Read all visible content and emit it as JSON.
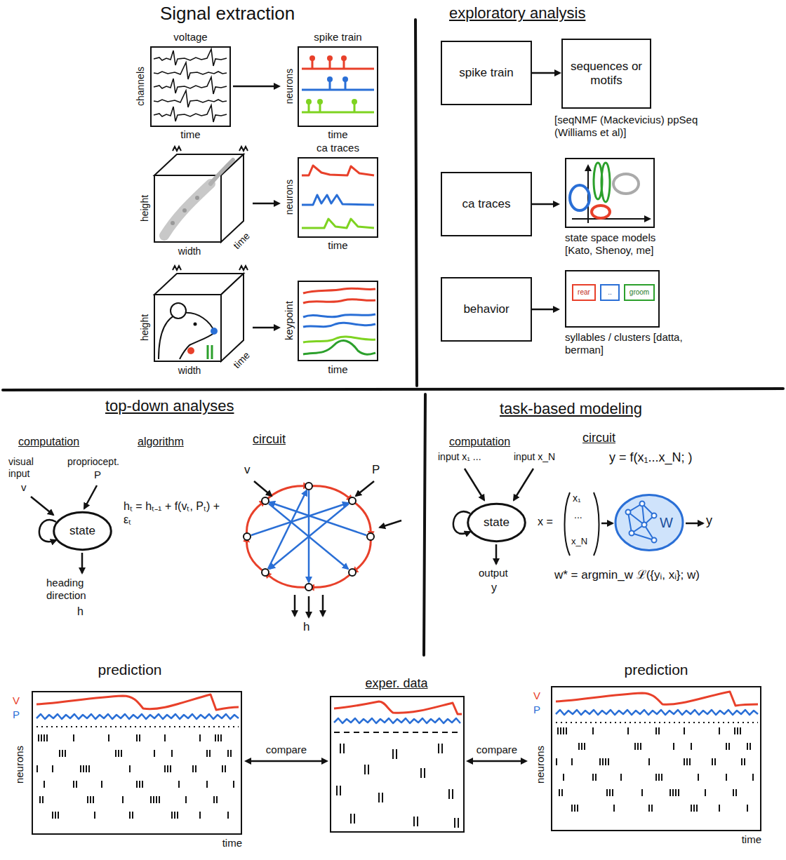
{
  "diagram": {
    "nodes": [
      {
        "text": [
          "voltage"
        ]
      },
      {
        "text": [
          "spike train"
        ]
      },
      {
        "text": [
          "height",
          "width",
          "time"
        ]
      },
      {
        "text": [
          "ca traces"
        ]
      },
      {
        "text": [
          "height",
          "width",
          "time"
        ]
      },
      {
        "text": [
          "keypoint"
        ]
      },
      {
        "text": [
          "spike train"
        ]
      },
      {
        "text": [
          "sequences or motifs"
        ]
      },
      {
        "text": [
          "ca traces"
        ]
      },
      {
        "text": [
          "state space models [Kato, Shenoy, me]"
        ]
      },
      {
        "text": [
          "behavior"
        ]
      },
      {
        "text": [
          "syllables / clusters [datta, berman]"
        ]
      },
      {
        "text": [
          "rear"
        ],
        "in": 11
      },
      {
        "text": [
          ".."
        ],
        "in": 11
      },
      {
        "text": [
          "groom"
        ],
        "in": 11
      },
      {
        "text": [
          "state"
        ]
      },
      {
        "text": [
          "state"
        ]
      },
      {
        "text": [
          "W"
        ]
      },
      {
        "text": [
          "prediction"
        ]
      },
      {
        "text": [
          "exper. data"
        ]
      },
      {
        "text": [
          "prediction"
        ]
      }
    ],
    "edges": [
      {
        "from": 0,
        "to": 1,
        "arrow": "to"
      },
      {
        "from": 2,
        "to": 3,
        "arrow": "to"
      },
      {
        "from": 4,
        "to": 5,
        "arrow": "to"
      },
      {
        "from": 6,
        "to": 7,
        "arrow": "to"
      },
      {
        "from": 8,
        "to": 9,
        "arrow": "to"
      },
      {
        "from": 10,
        "to": 11,
        "arrow": "to"
      },
      {
        "from": 18,
        "to": 19,
        "label": "compare",
        "arrow": "both"
      },
      {
        "from": 19,
        "to": 20,
        "label": "compare",
        "arrow": "both"
      }
    ],
    "labels": [
      "Signal extraction",
      "channels",
      "time",
      "neurons",
      "time",
      "neurons",
      "time",
      "time",
      "exploratory analysis",
      "[seqNMF (Mackevicius) ppSeq (Williams et al)]",
      "top-down analyses",
      "computation",
      "algorithm",
      "circuit",
      "visual input",
      "v",
      "propriocept.",
      "P",
      "heading direction",
      "h",
      "hₜ = hₜ₋₁ + f(vₜ, Pₜ) + εₜ",
      "v",
      "P",
      "h",
      "task-based modeling",
      "computation",
      "circuit",
      "input x₁ ...",
      "input x_N",
      "output",
      "y",
      "y = f(x₁...x_N; )",
      "x =",
      "x₁",
      "...",
      "x_N",
      "y",
      "w* = argmin_w ℒ({yᵢ, xᵢ}; w)",
      "V",
      "P",
      "neurons",
      "time",
      "V",
      "P",
      "neurons",
      "time"
    ]
  }
}
